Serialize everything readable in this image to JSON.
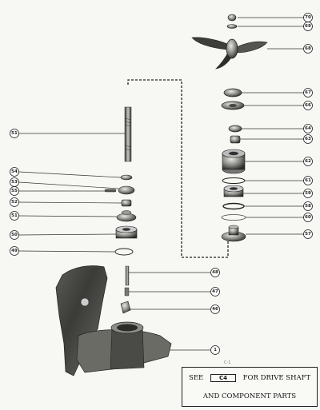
{
  "callouts": [
    {
      "id": "70",
      "label": "70"
    },
    {
      "id": "69",
      "label": "69"
    },
    {
      "id": "68",
      "label": "68"
    },
    {
      "id": "67",
      "label": "67"
    },
    {
      "id": "66",
      "label": "66"
    },
    {
      "id": "64",
      "label": "64"
    },
    {
      "id": "63",
      "label": "63"
    },
    {
      "id": "62",
      "label": "62"
    },
    {
      "id": "61",
      "label": "61"
    },
    {
      "id": "59",
      "label": "59"
    },
    {
      "id": "58",
      "label": "58"
    },
    {
      "id": "60",
      "label": "60"
    },
    {
      "id": "57",
      "label": "57"
    },
    {
      "id": "51a",
      "label": "51"
    },
    {
      "id": "54",
      "label": "54"
    },
    {
      "id": "53",
      "label": "53"
    },
    {
      "id": "55",
      "label": "55"
    },
    {
      "id": "52",
      "label": "52"
    },
    {
      "id": "51b",
      "label": "51"
    },
    {
      "id": "50",
      "label": "50"
    },
    {
      "id": "49",
      "label": "49"
    },
    {
      "id": "48",
      "label": "48"
    },
    {
      "id": "47",
      "label": "47"
    },
    {
      "id": "46",
      "label": "46"
    },
    {
      "id": "1",
      "label": "1"
    }
  ],
  "note": {
    "see": "SEE",
    "ref": "C4",
    "for_text": "FOR DRIVE SHAFT",
    "line2": "AND COMPONENT PARTS"
  },
  "ref_pencil": "C-1"
}
